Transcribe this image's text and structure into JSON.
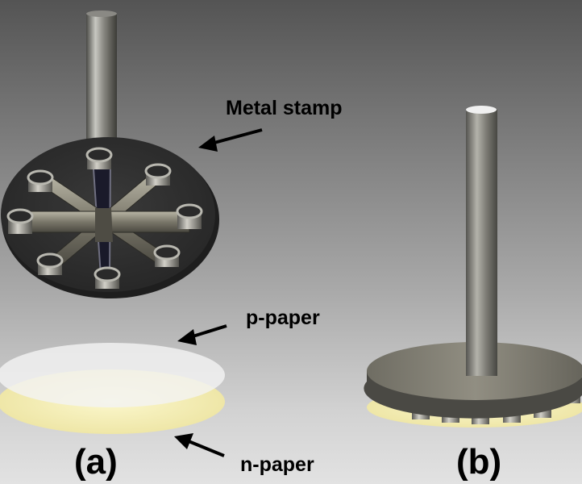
{
  "figure": {
    "labels": {
      "metal_stamp": "Metal stamp",
      "p_paper": "p-paper",
      "n_paper": "n-paper",
      "panel_a": "(a)",
      "panel_b": "(b)"
    },
    "colors": {
      "background_top": "#545454",
      "background_bottom": "#e2e2e2",
      "stamp_disk": "#333333",
      "metal": "#9a9a96",
      "p_paper": "#f4f4f4",
      "n_paper": "#f5f0b8",
      "arrow": "#000000"
    }
  }
}
